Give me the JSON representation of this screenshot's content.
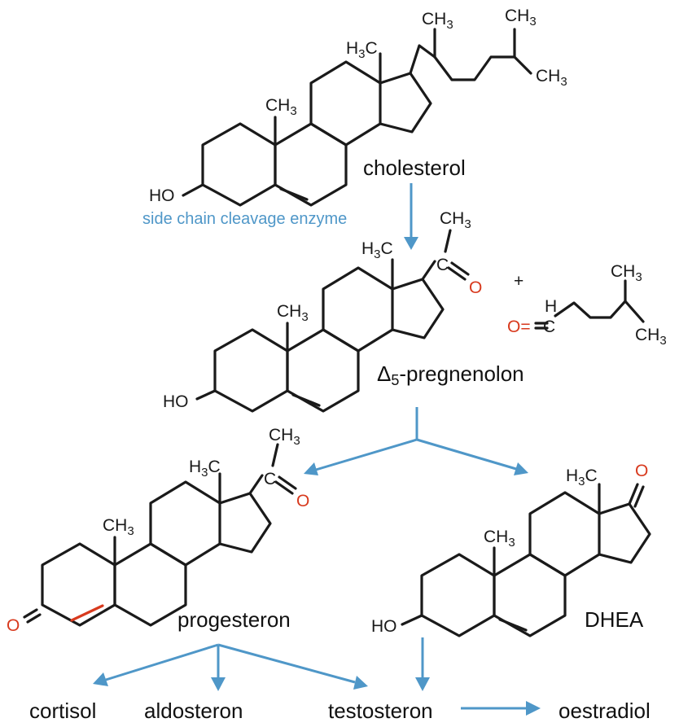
{
  "title": "Steroid biosynthesis pathway",
  "enzyme_label": "side chain cleavage enzyme",
  "plus_sign": "+",
  "compounds": {
    "cholesterol": "cholesterol",
    "pregnenolone_delta": "Δ",
    "pregnenolone_sub": "5",
    "pregnenolone_rest": "-pregnenolon",
    "progesterone": "progesteron",
    "dhea": "DHEA",
    "cortisol": "cortisol",
    "aldosterone": "aldosteron",
    "testosterone": "testosteron",
    "oestradiol": "oestradiol"
  },
  "atoms": {
    "methyl_h": "H",
    "methyl_c": "C",
    "ch": "CH",
    "three": "3",
    "ho": "HO",
    "o": "O",
    "c": "C",
    "h": "H",
    "o_double": "O="
  },
  "colors": {
    "arrow": "#4f97c8",
    "oxygen": "#d83a1e",
    "bond": "#1a1a1a"
  }
}
